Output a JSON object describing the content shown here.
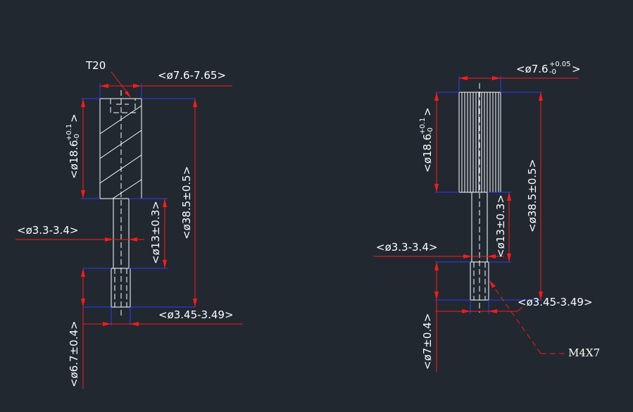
{
  "left_part": {
    "callout_t20": "T20",
    "dim_head_dia": "<ø7.6-7.65>",
    "dim_head_len": "<ø18.6",
    "dim_head_len_tol_upper": "+0.1",
    "dim_head_len_tol_lower": "-0",
    "dim_head_len_close": ">",
    "dim_total_len": "<ø38.5±0.5>",
    "dim_shaft_len": "<ø13±0.3>",
    "dim_shaft_dia": "<ø3.3-3.4>",
    "dim_tip_dia": "<ø3.45-3.49>",
    "dim_tip_len": "<ø6.7±0.4>"
  },
  "right_part": {
    "dim_head_dia": "<ø7.6",
    "dim_head_dia_tol_upper": "+0.05",
    "dim_head_dia_tol_lower": "-0",
    "dim_head_dia_close": ">",
    "dim_head_len": "<ø18.6",
    "dim_head_len_tol_upper": "+0.1",
    "dim_head_len_tol_lower": "-0",
    "dim_head_len_close": ">",
    "dim_total_len": "<ø38.5±0.5>",
    "dim_shaft_len": "<ø13±0.3>",
    "dim_shaft_dia": "<ø3.3-3.4>",
    "dim_tip_dia": "<ø3.45-3.49>",
    "dim_tip_len": "<ø7±0.4>",
    "callout_thread": "M4X7"
  },
  "colors": {
    "background": "#212830",
    "dimension": "#ff1a1a",
    "extension": "#2b3cff",
    "geometry": "#ffffff"
  }
}
